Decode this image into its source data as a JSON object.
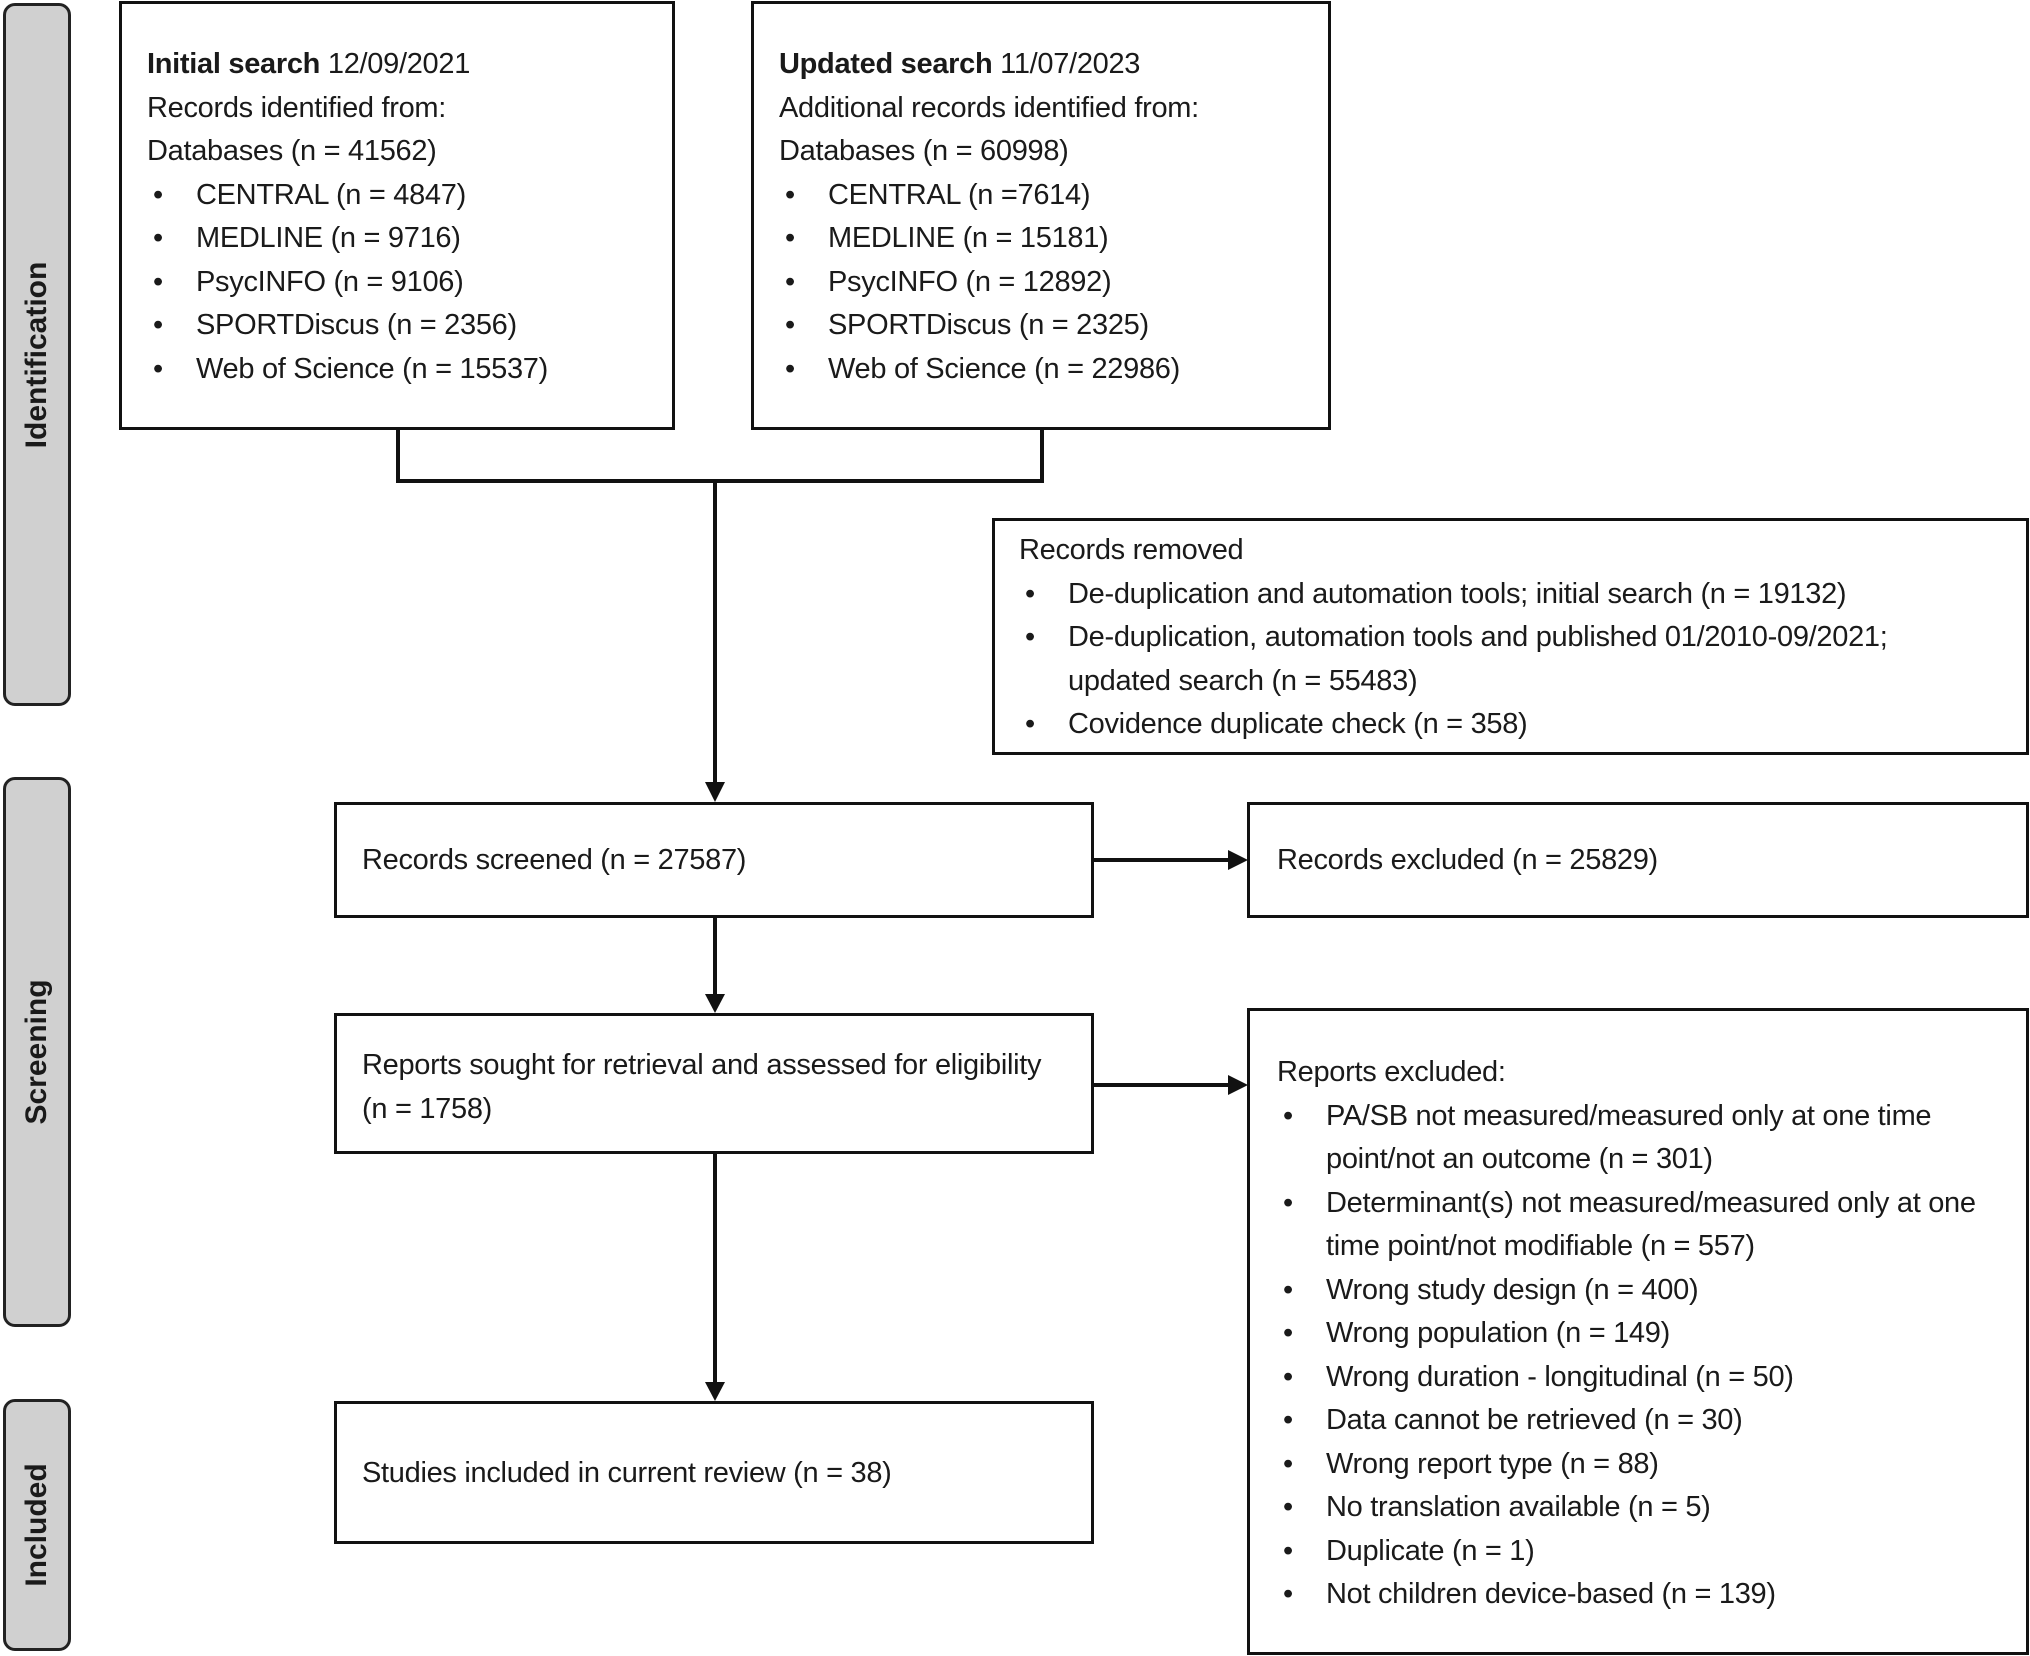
{
  "phases": {
    "identification": "Identification",
    "screening": "Screening",
    "included": "Included"
  },
  "initial_search": {
    "title": "Initial search",
    "date": "12/09/2021",
    "line1": "Records identified from:",
    "line2": "Databases (n = 41562)",
    "items": [
      "CENTRAL (n = 4847)",
      "MEDLINE (n = 9716)",
      "PsycINFO (n = 9106)",
      "SPORTDiscus (n = 2356)",
      "Web of Science (n = 15537)"
    ]
  },
  "updated_search": {
    "title": "Updated search",
    "date": "11/07/2023",
    "line1": "Additional records identified from:",
    "line2": "Databases (n = 60998)",
    "items": [
      "CENTRAL (n =7614)",
      "MEDLINE (n = 15181)",
      "PsycINFO (n = 12892)",
      "SPORTDiscus (n = 2325)",
      "Web of Science (n = 22986)"
    ]
  },
  "records_removed": {
    "title": "Records removed",
    "items": [
      "De-duplication and automation tools; initial search (n = 19132)",
      "De-duplication, automation tools and published 01/2010-09/2021; updated search (n = 55483)",
      "Covidence duplicate check (n = 358)"
    ]
  },
  "records_screened": "Records screened (n = 27587)",
  "records_excluded": "Records excluded (n = 25829)",
  "reports_sought": "Reports sought for retrieval and assessed for eligibility (n = 1758)",
  "reports_excluded": {
    "title": "Reports excluded:",
    "items": [
      "PA/SB not measured/measured only at one time point/not an outcome (n = 301)",
      "Determinant(s) not measured/measured only at one time point/not modifiable (n = 557)",
      "Wrong study design (n = 400)",
      "Wrong population (n = 149)",
      "Wrong duration - longitudinal (n = 50)",
      "Data cannot be retrieved (n = 30)",
      "Wrong report type (n = 88)",
      "No translation available (n = 5)",
      "Duplicate (n = 1)",
      "Not children device-based (n = 139)"
    ]
  },
  "studies_included": "Studies included in current review (n = 38)"
}
